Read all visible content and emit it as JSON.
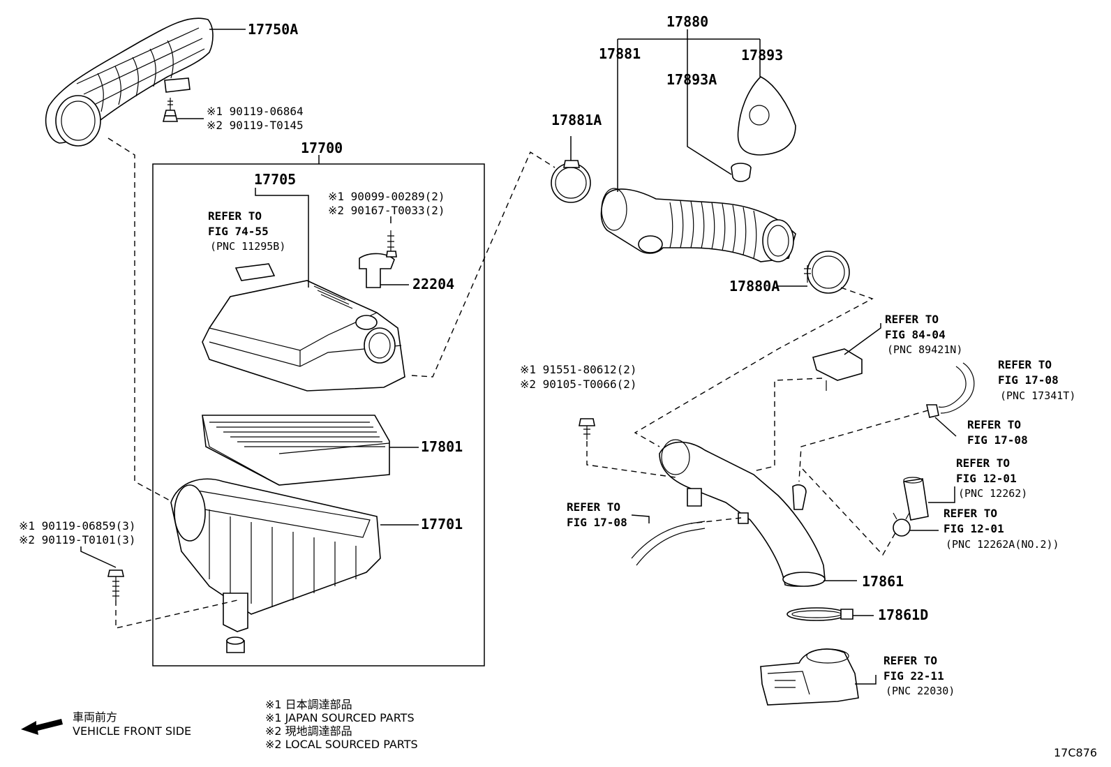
{
  "figure_id": "17C876",
  "parts": {
    "p17750A": "17750A",
    "p17700": "17700",
    "p17705": "17705",
    "p22204": "22204",
    "p17801": "17801",
    "p17701": "17701",
    "p17880": "17880",
    "p17881": "17881",
    "p17893": "17893",
    "p17893A": "17893A",
    "p17881A": "17881A",
    "p17880A": "17880A",
    "p17861": "17861",
    "p17861D": "17861D"
  },
  "fasteners": {
    "top_bolt_1": "※1 90119-06864",
    "top_bolt_2": "※2 90119-T0145",
    "sensor_screw_1": "※1 90099-00289(2)",
    "sensor_screw_2": "※2 90167-T0033(2)",
    "bracket_bolt_1": "※1 90119-06859(3)",
    "bracket_bolt_2": "※2 90119-T0101(3)",
    "pipe_bolt_1": "※1 91551-80612(2)",
    "pipe_bolt_2": "※2 90105-T0066(2)"
  },
  "references": {
    "r_74_55": [
      "REFER TO",
      "FIG 74-55",
      "(PNC 11295B)"
    ],
    "r_84_04": [
      "REFER TO",
      "FIG 84-04",
      "(PNC 89421N)"
    ],
    "r_17_08a": [
      "REFER TO",
      "FIG 17-08",
      "(PNC 17341T)"
    ],
    "r_17_08b": [
      "REFER TO",
      "FIG 17-08"
    ],
    "r_12_01a": [
      "REFER TO",
      "FIG 12-01",
      "(PNC 12262)"
    ],
    "r_12_01b": [
      "REFER TO",
      "FIG 12-01",
      "(PNC 12262A(NO.2))"
    ],
    "r_17_08c": [
      "REFER TO",
      "FIG 17-08"
    ],
    "r_22_11": [
      "REFER TO",
      "FIG 22-11",
      "(PNC 22030)"
    ]
  },
  "legend": {
    "front_jp": "車両前方",
    "front_en": "VEHICLE FRONT SIDE",
    "note1_jp": "※1  日本調達部品",
    "note1_en": "※1  JAPAN SOURCED PARTS",
    "note2_jp": "※2  現地調達部品",
    "note2_en": "※2  LOCAL SOURCED PARTS"
  }
}
